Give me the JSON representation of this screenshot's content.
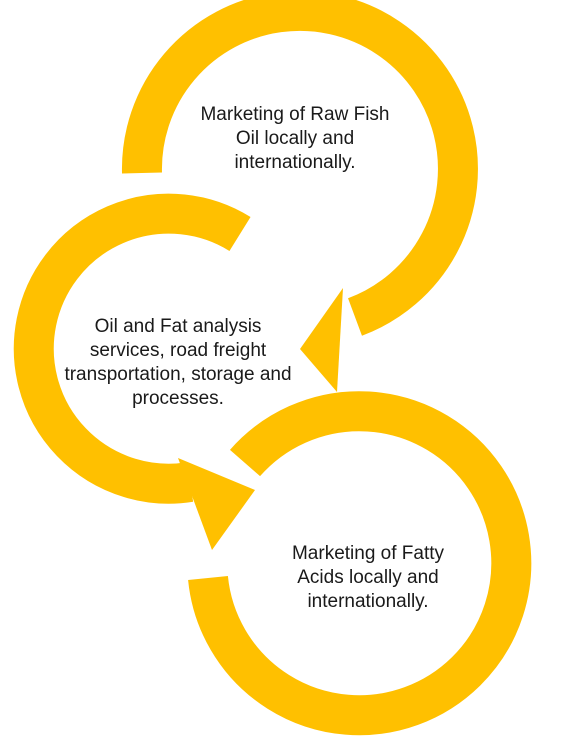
{
  "colors": {
    "arrow": "#FFC000",
    "background": "#FFFFFF",
    "text": "#1A1A1A"
  },
  "cycle": {
    "steps": [
      {
        "text": "Marketing of Raw Fish Oil locally and internationally."
      },
      {
        "text": "Oil and Fat analysis services, road freight transportation, storage and processes."
      },
      {
        "text": "Marketing of Fatty Acids locally and internationally."
      }
    ]
  }
}
